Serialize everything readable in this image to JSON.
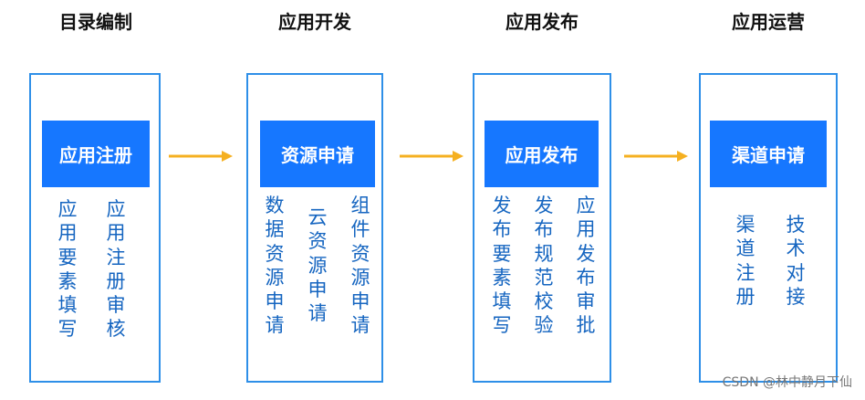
{
  "stages": [
    {
      "title": "目录编制",
      "header": "应用注册",
      "items": [
        "应用要素填写",
        "应用注册审核"
      ]
    },
    {
      "title": "应用开发",
      "header": "资源申请",
      "items": [
        "数据资源申请",
        "云资源申请",
        "组件资源申请"
      ]
    },
    {
      "title": "应用发布",
      "header": "应用发布",
      "items": [
        "发布要素填写",
        "发布规范校验",
        "应用发布审批"
      ]
    },
    {
      "title": "应用运营",
      "header": "渠道申请",
      "items": [
        "渠道注册",
        "技术对接"
      ]
    }
  ],
  "watermark": "CSDN @林中静月下仙",
  "colors": {
    "box_border": "#2E8FE8",
    "header_fill": "#1677FF",
    "item_text": "#1565C0",
    "arrow": "#F5B021"
  }
}
